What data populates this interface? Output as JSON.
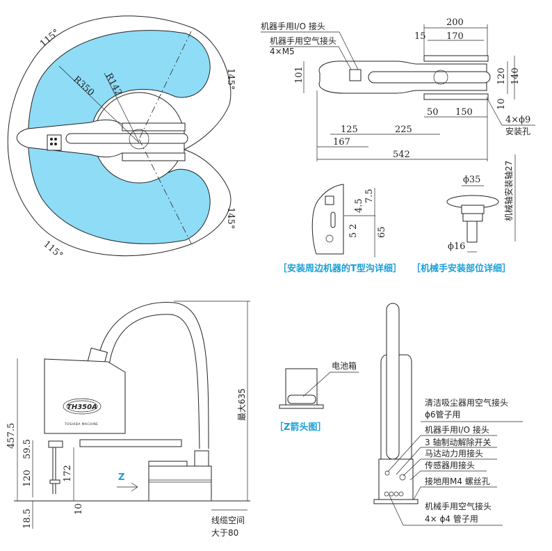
{
  "top_view": {
    "angles": {
      "upper_outer": "115°",
      "lower_outer": "115°",
      "upper_right": "145°",
      "lower_right": "145°"
    },
    "radii": {
      "outer": "R350",
      "inner": "R142"
    },
    "colors": {
      "work_area": "#8fdcf6"
    }
  },
  "plan_view": {
    "labels": {
      "io_connector": "机器手用I/O 接头",
      "air_connector": "机器手用空气接头",
      "air_spec": "4×M5",
      "holes": "4×ϕ9",
      "holes_note": "安装孔"
    },
    "dims": {
      "d200": "200",
      "d15": "15",
      "d170": "170",
      "d101": "101",
      "d120": "120",
      "d140": "140",
      "d10": "10",
      "d50": "50",
      "d150": "150",
      "d125": "125",
      "d225": "225",
      "d167": "167",
      "d542": "542"
    }
  },
  "t_slot_detail": {
    "dims": {
      "d75": "7.5",
      "d45": "4.5",
      "d2": "2",
      "d5": "5",
      "d65": "65"
    },
    "caption": "［安装周边机器的T型沟详细］"
  },
  "shaft_detail": {
    "dims": {
      "d35": "ϕ35",
      "d16": "ϕ16"
    },
    "axis_label": "机械轴安装轴27",
    "caption": "［机械手安装部位详细］"
  },
  "side_view": {
    "brand": {
      "model": "TH350A",
      "maker": "TOSHIBA MACHINE"
    },
    "dims": {
      "d4575": "457.5",
      "d595": "59.5",
      "d120": "120",
      "d172": "172",
      "d10": "10",
      "d185": "18.5",
      "max635": "最大635"
    },
    "arrow_label": "Z",
    "cable_note_1": "线缆空间",
    "cable_note_2": "大于80"
  },
  "z_view": {
    "battery_label": "电池箱",
    "caption": "［Z箭头图］"
  },
  "rear_view": {
    "callouts": [
      "清洁吸尘器用空气接头",
      "ϕ6管子用",
      "机器手用I/O 接头",
      "3 轴制动解除开关",
      "马达动力用接头",
      "传感器用接头",
      "接地用M4 螺丝孔",
      "机械手用空气接头",
      "4× ϕ4 管子用"
    ]
  }
}
